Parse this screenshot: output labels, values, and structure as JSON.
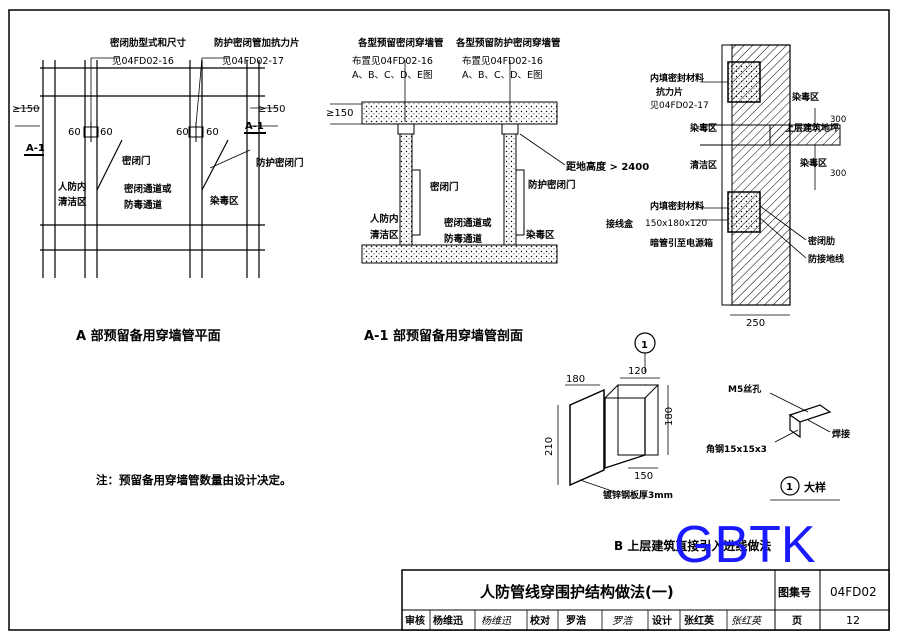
{
  "plan": {
    "callout_left": "密闭肋型式和尺寸",
    "callout_left_ref": "见04FD02-16",
    "callout_right": "防护密闭管加抗力片",
    "callout_right_ref": "见04FD02-17",
    "dim_150_left": "≥150",
    "dim_150_right": "≥150",
    "dim_60": "60",
    "section_mark": "A-1",
    "zone_left": [
      "人防内",
      "清洁区"
    ],
    "door_mid": "密闭门",
    "corridor": [
      "密闭通道或",
      "防毒通道"
    ],
    "door_right": "防护密闭门",
    "zone_right": "染毒区",
    "caption": "A 部预留备用穿墙管平面"
  },
  "section": {
    "callout_left": "各型预留密闭穿墙管",
    "callout_left_ref": "布置见04FD02-16",
    "callout_left_types": "A、B、C、D、E图",
    "callout_right": "各型预留防护密闭穿墙管",
    "callout_right_ref": "布置见04FD02-16",
    "callout_right_types": "A、B、C、D、E图",
    "dim_150": "≥150",
    "height_note": "距地高度 > 2400",
    "door_mid": "密闭门",
    "door_right": "防护密闭门",
    "zone_left": [
      "人防内",
      "清洁区"
    ],
    "corridor": [
      "密闭通道或",
      "防毒通道"
    ],
    "zone_right": "染毒区",
    "caption": "A-1 部预留备用穿墙管剖面"
  },
  "wall_detail": {
    "label_seal": "内填密封材料",
    "label_plate": "抗力片",
    "label_ref": "见04FD02-17",
    "label_toxic": "染毒区",
    "label_toxic2": "染毒区",
    "label_toxic3": "染毒区",
    "label_upper": "上层建筑地坪",
    "label_clean": "清洁区",
    "dim_300_a": "300",
    "dim_300_b": "300",
    "label_seal2": "内填密封材料",
    "label_box": "接线盒",
    "label_box_size": "150x180x120",
    "label_conduit": "暗管引至电源箱",
    "label_rib": "密闭肋",
    "label_ground": "防接地线",
    "dim_250": "250"
  },
  "box_detail": {
    "circle_num": "1",
    "dim_180_top": "180",
    "dim_120": "120",
    "dim_210": "210",
    "dim_180_right": "180",
    "dim_150": "150",
    "label_plate": "镀锌钢板厚3mm",
    "label_nut": "M5丝孔",
    "label_angle": "角钢15x15x3",
    "label_weld": "焊接",
    "detail_num": "1",
    "detail_label": "大样"
  },
  "note": "注：预留备用穿墙管数量由设计决定。",
  "caption_b": "B 上层建筑直接引入进线做法",
  "watermark": "GBTK",
  "title_block": {
    "title": "人防管线穿围护结构做法(一)",
    "atlas_label": "图集号",
    "atlas_code": "04FD02",
    "review_label": "审核",
    "reviewer": "杨维迅",
    "check_label": "校对",
    "checker": "罗浩",
    "design_label": "设计",
    "designer": "张红英",
    "page_label": "页",
    "page_num": "12"
  }
}
